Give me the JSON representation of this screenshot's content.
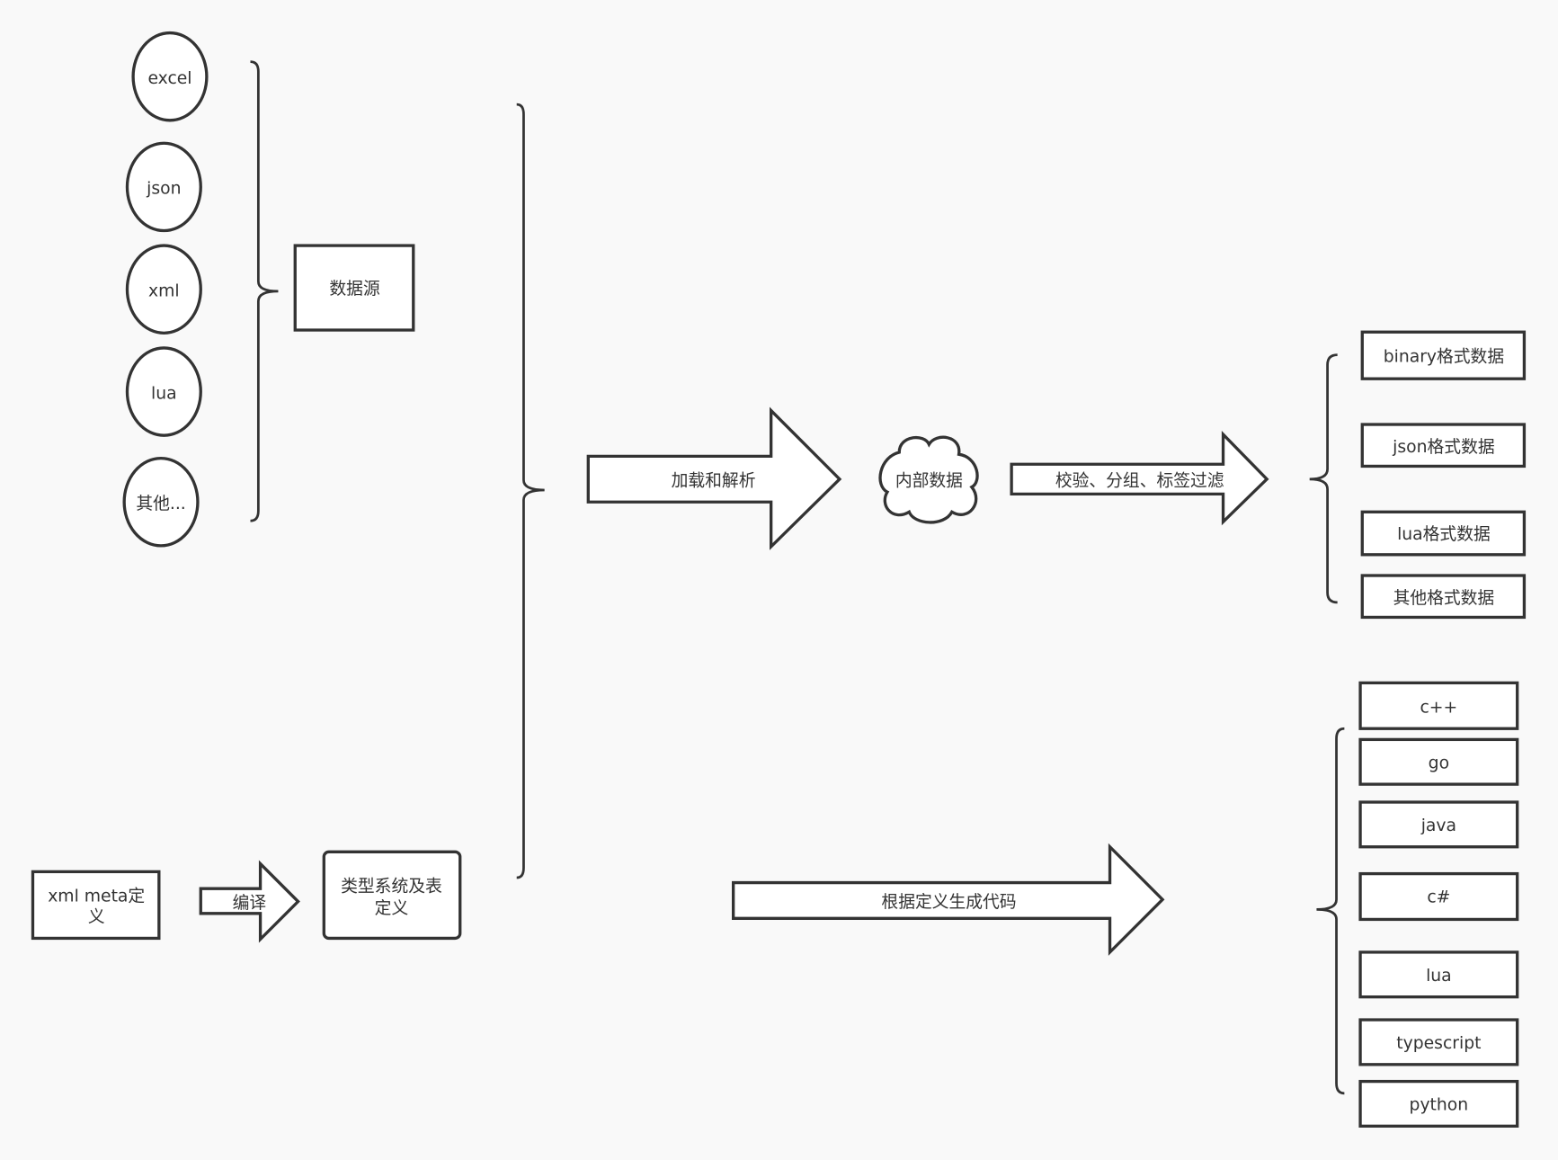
{
  "sources": {
    "items": [
      "excel",
      "json",
      "xml",
      "lua",
      "其他..."
    ],
    "group_label": "数据源"
  },
  "meta": {
    "input_label": [
      "xml meta定",
      "义"
    ],
    "compile_label": "编译",
    "output_label": [
      "类型系统及表",
      "定义"
    ]
  },
  "load_arrow": "加载和解析",
  "internal_data": "内部数据",
  "process_arrow": "校验、分组、标签过滤",
  "output_formats": [
    "binary格式数据",
    "json格式数据",
    "lua格式数据",
    "其他格式数据"
  ],
  "codegen_arrow": "根据定义生成代码",
  "languages": [
    "c++",
    "go",
    "java",
    "c#",
    "lua",
    "typescript",
    "python"
  ],
  "colors": {
    "background": "#f9f9f9",
    "stroke": "#333333",
    "fill": "#ffffff"
  }
}
